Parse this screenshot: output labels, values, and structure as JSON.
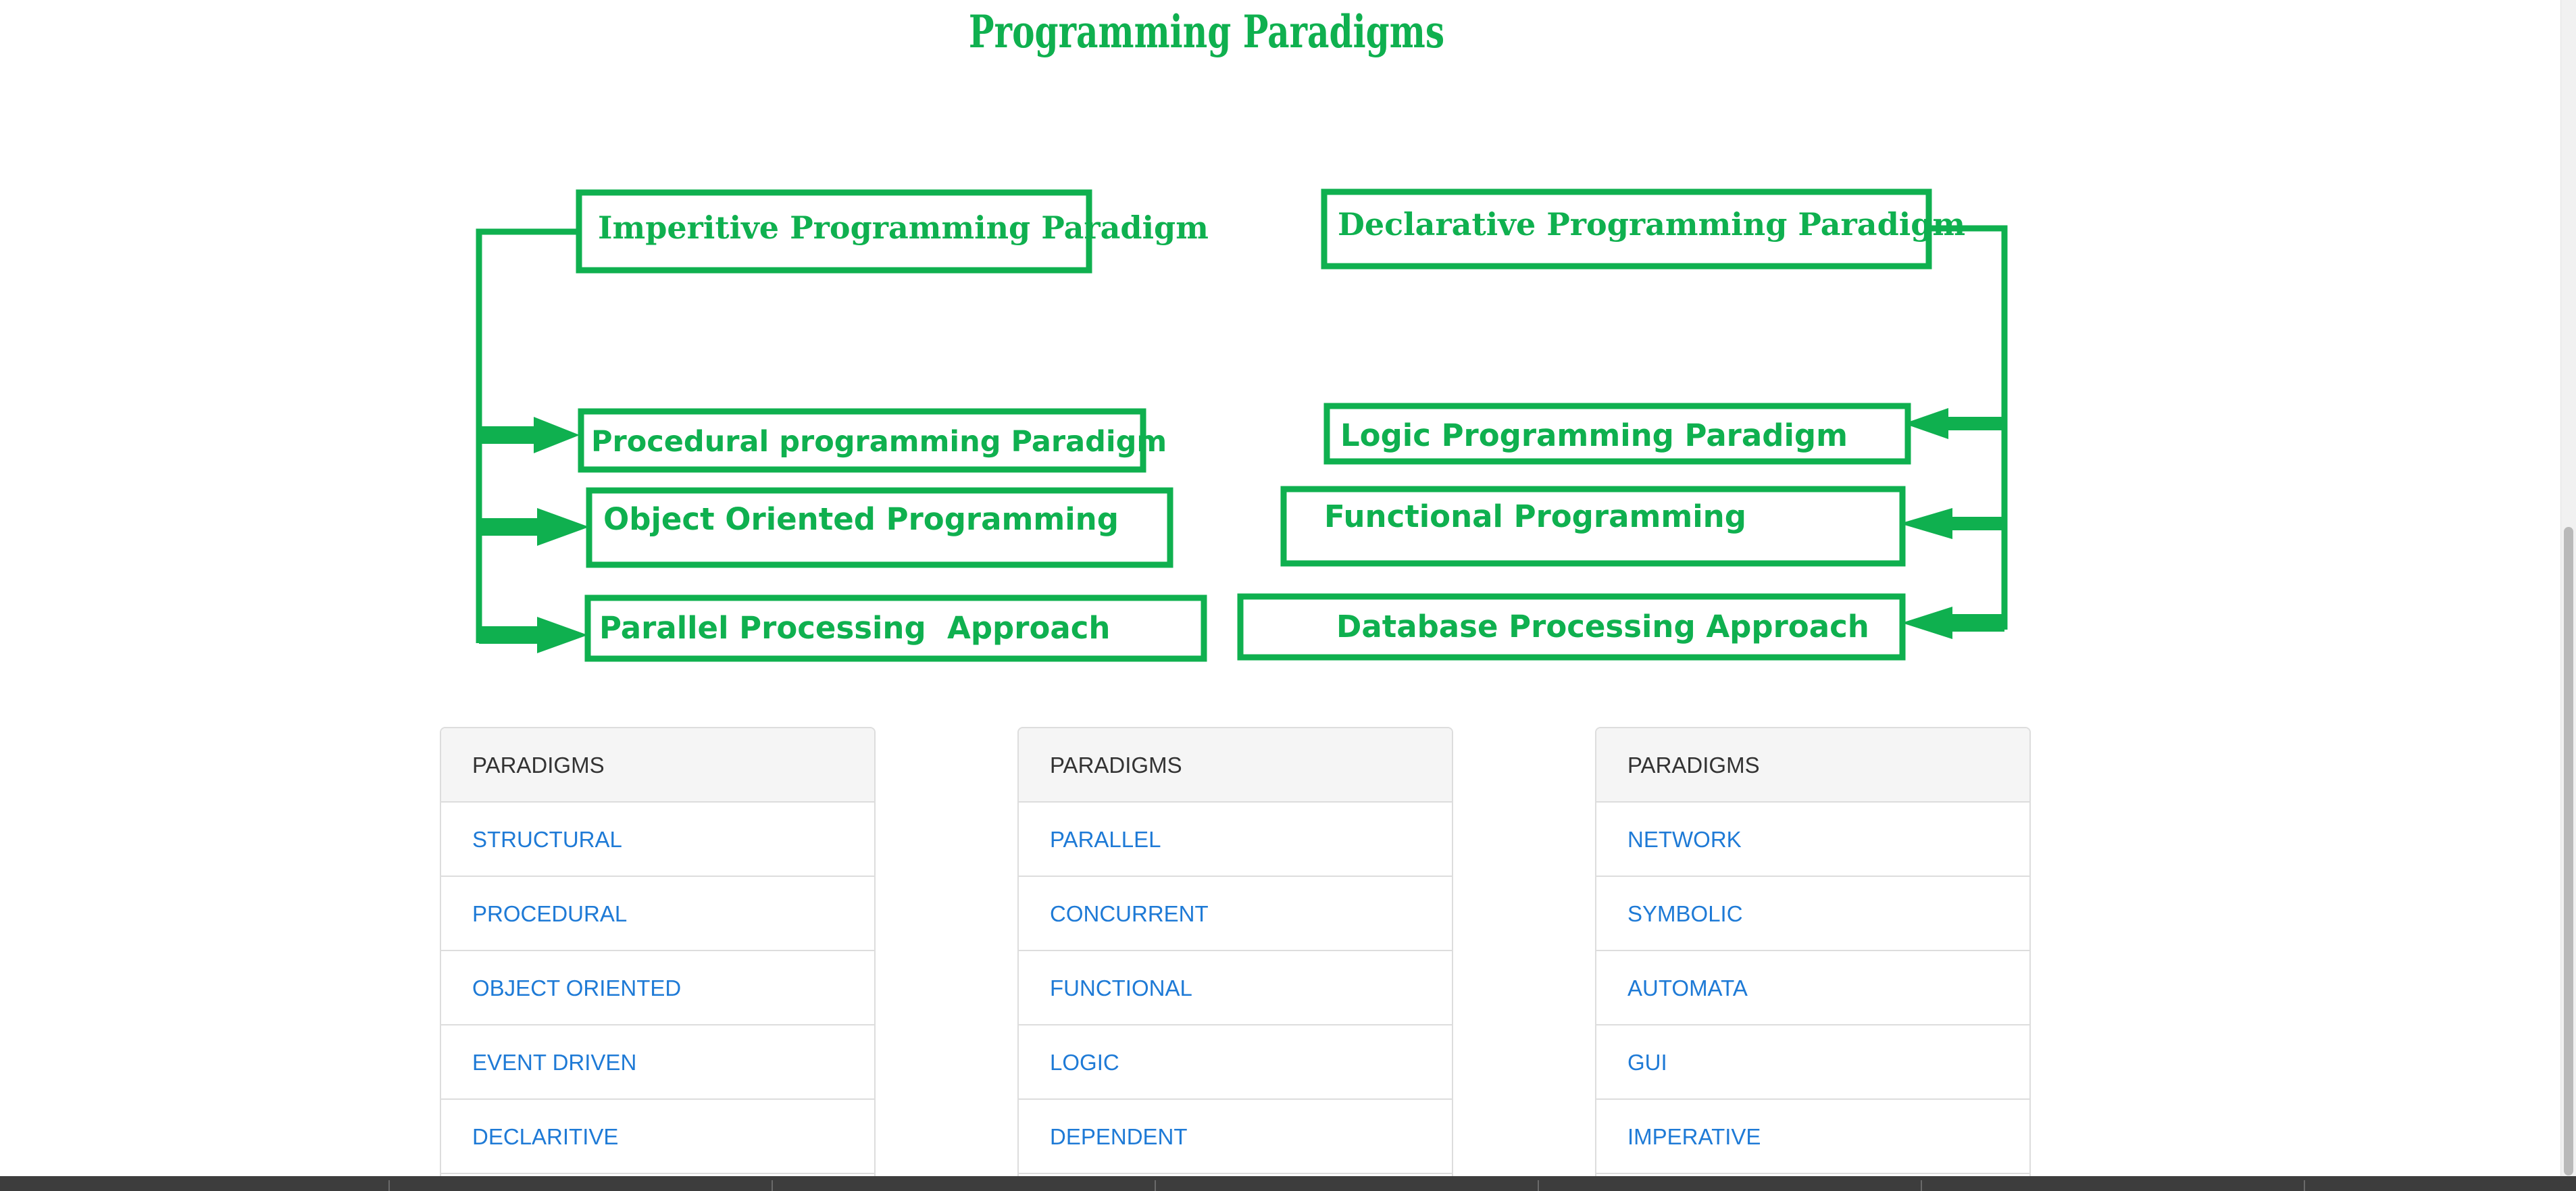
{
  "page": {
    "title": "Programming Paradigms"
  },
  "diagram": {
    "imperative": {
      "title": "Imperitive Programming Paradigm",
      "children": [
        "Procedural programming Paradigm",
        "Object Oriented Programming",
        "Parallel Processing  Approach"
      ]
    },
    "declarative": {
      "title": "Declarative Programming Paradigm",
      "children": [
        "Logic Programming Paradigm",
        "Functional Programming",
        "Database Processing Approach"
      ]
    },
    "color": "#0fb04f"
  },
  "panels": [
    {
      "heading": "PARADIGMS",
      "items": [
        "STRUCTURAL",
        "PROCEDURAL",
        "OBJECT ORIENTED",
        "EVENT DRIVEN",
        "DECLARITIVE"
      ]
    },
    {
      "heading": "PARADIGMS",
      "items": [
        "PARALLEL",
        "CONCURRENT",
        "FUNCTIONAL",
        "LOGIC",
        "DEPENDENT"
      ]
    },
    {
      "heading": "PARADIGMS",
      "items": [
        "NETWORK",
        "SYMBOLIC",
        "AUTOMATA",
        "GUI",
        "IMPERATIVE"
      ]
    }
  ],
  "colors": {
    "accent": "#0fb04f",
    "link": "#1e7ad6",
    "heading_bg": "#f5f5f5",
    "border": "#dddddd"
  }
}
